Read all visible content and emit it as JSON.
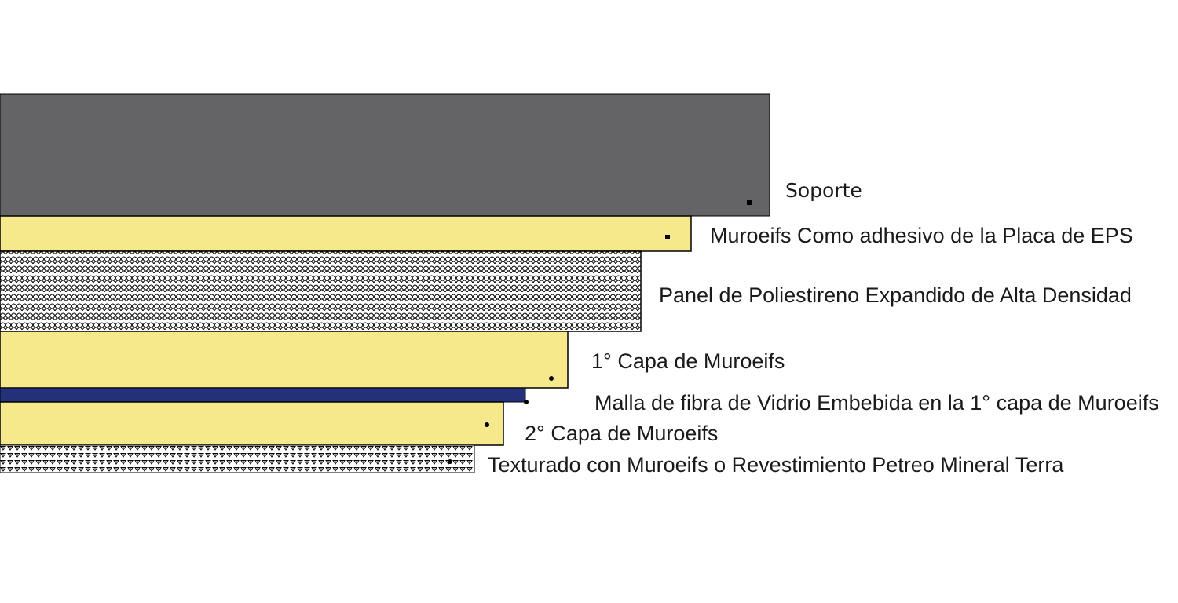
{
  "diagram": {
    "layers": [
      {
        "id": "soporte",
        "label": "Soporte",
        "fill": "#646466"
      },
      {
        "id": "adhesivo",
        "label": "Muroeifs Como adhesivo de la Placa de EPS",
        "fill": "#f5e98c"
      },
      {
        "id": "panel_eps",
        "label": "Panel de Poliestireno Expandido de Alta Densidad",
        "fill": "#ffffff",
        "pattern": "scale-mesh"
      },
      {
        "id": "capa1",
        "label": "1° Capa de Muroeifs",
        "fill": "#f5e98c"
      },
      {
        "id": "malla",
        "label": "Malla de fibra de Vidrio Embebida en la 1° capa de Muroeifs",
        "fill": "#23307a"
      },
      {
        "id": "capa2",
        "label": "2° Capa de Muroeifs",
        "fill": "#f5e98c"
      },
      {
        "id": "texturado",
        "label": "Texturado con Muroeifs o Revestimiento Petreo Mineral Terra",
        "fill": "#ffffff",
        "pattern": "triangle-dots"
      }
    ],
    "colors": {
      "outline": "#000000",
      "text": "#1a1a1a"
    }
  }
}
